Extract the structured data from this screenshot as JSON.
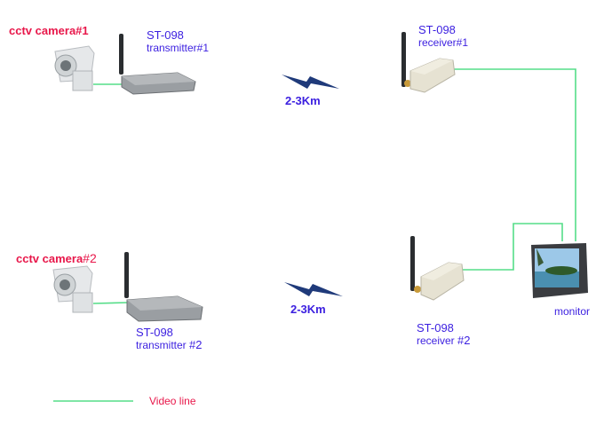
{
  "colors": {
    "video_line": "#55dd88",
    "camera_label": "#e8174a",
    "device_label": "#3b1fe0",
    "lightning": "#1f3a7a"
  },
  "system1": {
    "camera_label": "cctv camera#1",
    "transmitter_model": "ST-098",
    "transmitter_label": "transmitter#1",
    "range": "2-3Km",
    "receiver_model": "ST-098",
    "receiver_label": "receiver#1"
  },
  "system2": {
    "camera_label_main": "cctv camera",
    "camera_label_num": "#2",
    "transmitter_model": "ST-098",
    "transmitter_label_main": "transmitter",
    "transmitter_label_num": "#2",
    "range": "2-3Km",
    "receiver_model": "ST-098",
    "receiver_label_main": "receiver",
    "receiver_label_num": "#2"
  },
  "monitor": {
    "label": "monitor"
  },
  "legend": {
    "label": "Video line"
  },
  "icons": {
    "camera": "cctv-camera-icon",
    "transmitter": "transmitter-icon",
    "receiver": "receiver-icon",
    "monitor": "monitor-icon",
    "wireless": "lightning-bolt-icon"
  }
}
